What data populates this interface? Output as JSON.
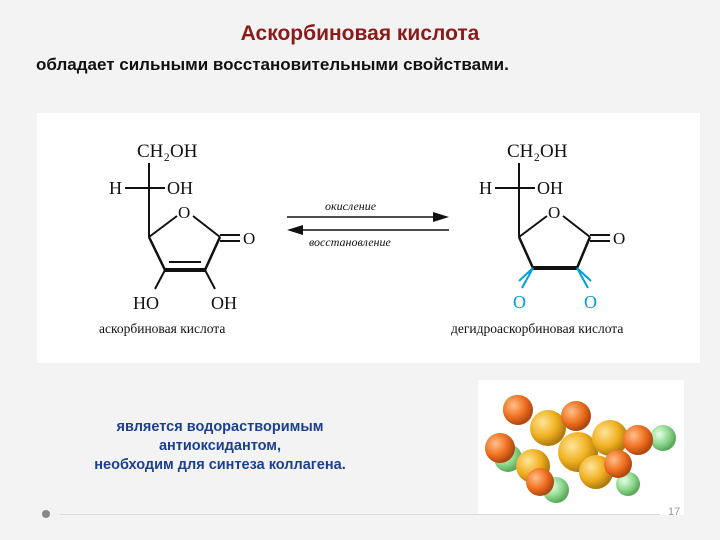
{
  "slide": {
    "title": "Аскорбиновая кислота",
    "subtitle": "обладает сильными восстановительными свойствами.",
    "caption_lines": [
      "является водорастворимым",
      "антиоксидантом,",
      "необходим для синтеза коллагена."
    ],
    "page_number": "17"
  },
  "reaction": {
    "left_molecule": {
      "top_group": "CH₂OH",
      "side_h": "H",
      "side_oh": "OH",
      "ring_o": "O",
      "carbonyl_o": "O",
      "bottom_left": "HO",
      "bottom_right": "OH",
      "name": "аскорбиновая кислота"
    },
    "forward_label": "окисление",
    "reverse_label": "восстановление",
    "right_molecule": {
      "top_group": "CH₂OH",
      "side_h": "H",
      "side_oh": "OH",
      "ring_o": "O",
      "carbonyl_o": "O",
      "bottom_left": "O",
      "bottom_right": "O",
      "name": "дегидроаскорбиновая кислота"
    }
  },
  "colors": {
    "title": "#8b1a1a",
    "caption": "#1b3f8f",
    "highlight": "#00a0d8",
    "atom_orange": "#f07020",
    "atom_yellow": "#f0b020",
    "atom_green": "#8fd88f"
  }
}
